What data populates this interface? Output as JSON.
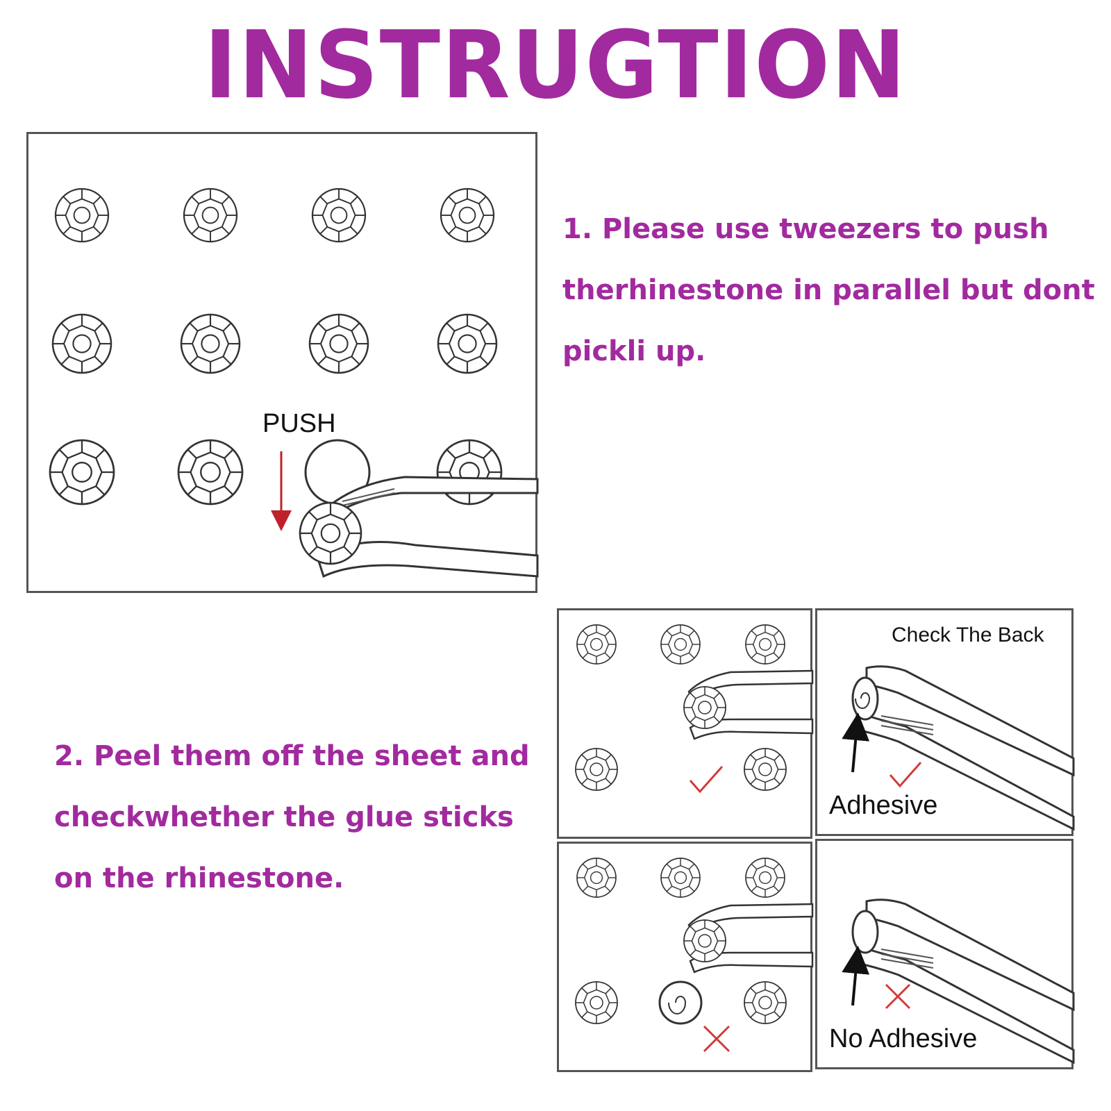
{
  "title": "INSTRUGTION",
  "steps": [
    {
      "text": "1. Please use tweezers to push therhinestone in parallel but dont pickli up."
    },
    {
      "text": "2. Peel them off the sheet and checkwhether the glue sticks on the rhinestone."
    }
  ],
  "labels": {
    "push": "PUSH",
    "check_the_back": "Check The Back",
    "adhesive": "Adhesive",
    "no_adhesive": "No Adhesive"
  },
  "colors": {
    "accent": "#a22a9f",
    "arrow": "#c0202a",
    "mark": "#d23a3a",
    "line": "#333333"
  },
  "icons": {
    "rhinestone": "rhinestone-icon",
    "tweezers": "tweezers-icon",
    "check": "check-icon",
    "cross": "cross-icon",
    "glue_swirl": "glue-swirl-icon"
  }
}
